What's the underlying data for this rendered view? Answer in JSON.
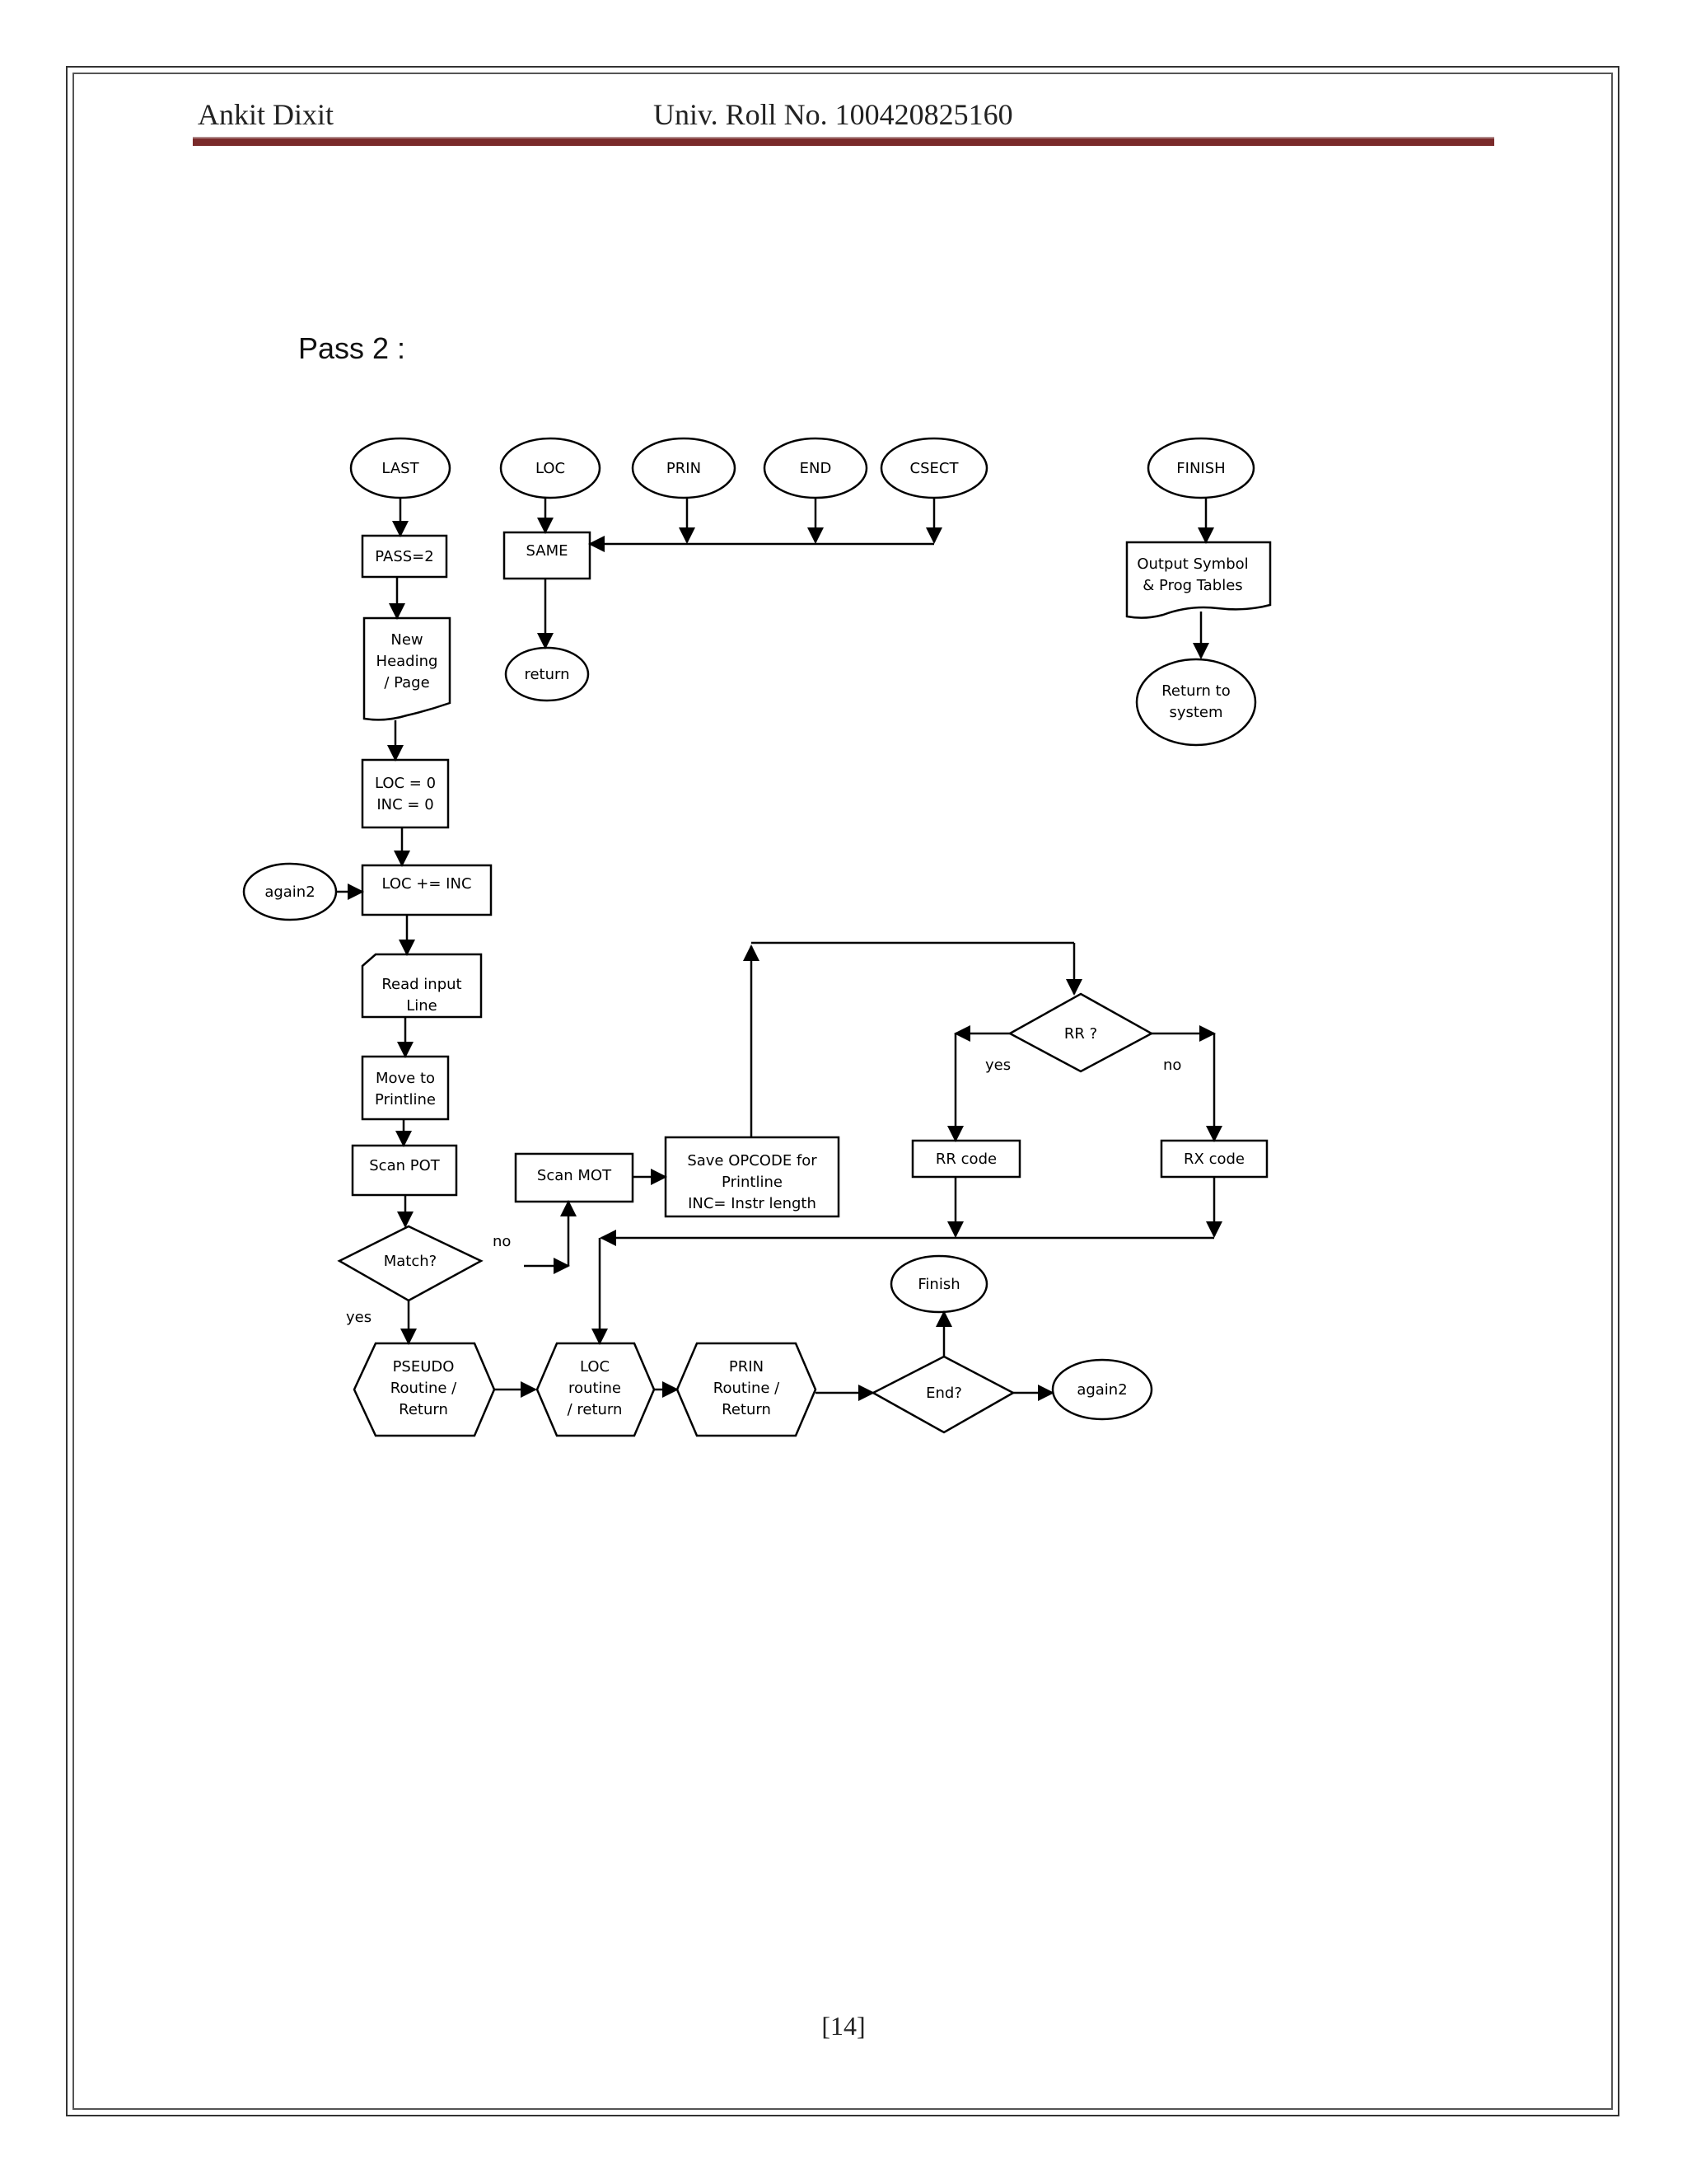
{
  "header": {
    "name": "Ankit Dixit",
    "roll": "Univ. Roll No. 100420825160"
  },
  "caption": "Pass 2 :",
  "footer": {
    "page": "[14]"
  },
  "flow": {
    "last": "LAST",
    "pass2": "PASS=2",
    "heading": [
      "New",
      "Heading",
      "/ Page"
    ],
    "locinit": [
      "LOC = 0",
      "INC = 0"
    ],
    "again_a": "again2",
    "locinc": "LOC += INC",
    "read": [
      "Read input",
      "Line"
    ],
    "move": [
      "Move to",
      "Printline"
    ],
    "scanpot": "Scan POT",
    "match": "Match?",
    "yes_a": "yes",
    "no_a": "no",
    "pseudo": [
      "PSEUDO",
      "Routine /",
      "Return"
    ],
    "locroutine": [
      "LOC",
      "routine",
      "/ return"
    ],
    "prinroutine": [
      "PRIN",
      "Routine /",
      "Return"
    ],
    "end2": "End?",
    "again_b": "again2",
    "finish2": "Finish",
    "scanmot": "Scan MOT",
    "save": [
      "Save OPCODE for",
      "Printline",
      "INC= Instr length"
    ],
    "rr": "RR ?",
    "yes_b": "yes",
    "no_b": "no",
    "rrcode": "RR code",
    "rxcode": "RX code",
    "loc": "LOC",
    "prin": "PRIN",
    "end": "END",
    "csect": "CSECT",
    "same": "SAME",
    "ret": "return",
    "finish": "FINISH",
    "output": [
      "Output Symbol",
      "& Prog Tables"
    ],
    "retsys": [
      "Return to",
      "system"
    ]
  }
}
